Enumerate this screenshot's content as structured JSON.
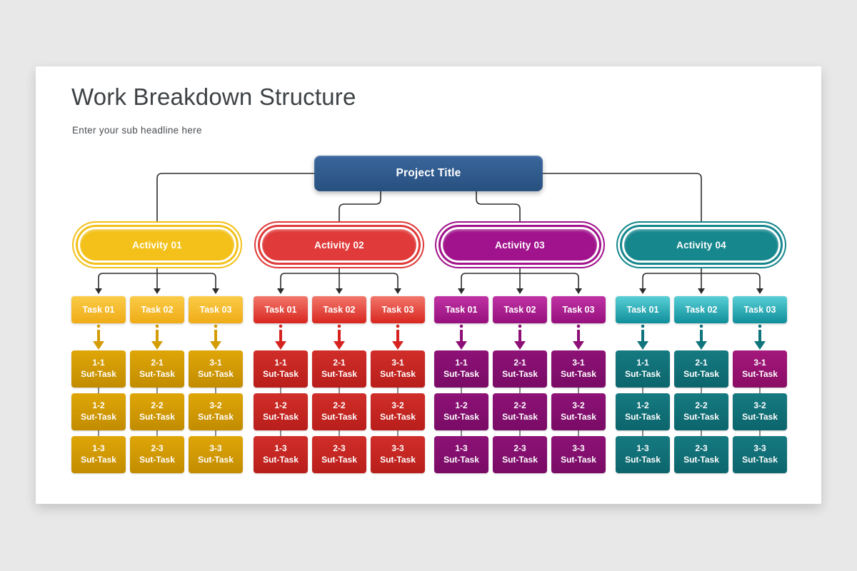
{
  "page": {
    "background": "#E8E8E8",
    "slide_background": "#FFFFFF"
  },
  "header": {
    "title": "Work Breakdown Structure",
    "subtitle": "Enter your sub headline here"
  },
  "root": {
    "label": "Project Title",
    "color_top": "#3A669D",
    "color_bottom": "#27507E"
  },
  "connector_color": "#2D2D2D",
  "subtask_link_color": "#8A8A8A",
  "columns": [
    {
      "activity": "Activity 01",
      "theme": "yellow",
      "colors": {
        "pill": "#F3C119",
        "task_top": "#FACB47",
        "task_bottom": "#EFAC17",
        "subtask_top": "#DFA608",
        "subtask_bottom": "#C28C00",
        "arrow": "#D49C05"
      },
      "tasks": [
        {
          "label": "Task 01",
          "subtasks": [
            {
              "code": "1-1",
              "label": "Sut-Task"
            },
            {
              "code": "1-2",
              "label": "Sut-Task"
            },
            {
              "code": "1-3",
              "label": "Sut-Task"
            }
          ]
        },
        {
          "label": "Task 02",
          "subtasks": [
            {
              "code": "2-1",
              "label": "Sut-Task"
            },
            {
              "code": "2-2",
              "label": "Sut-Task"
            },
            {
              "code": "2-3",
              "label": "Sut-Task"
            }
          ]
        },
        {
          "label": "Task 03",
          "subtasks": [
            {
              "code": "3-1",
              "label": "Sut-Task"
            },
            {
              "code": "3-2",
              "label": "Sut-Task"
            },
            {
              "code": "3-3",
              "label": "Sut-Task"
            }
          ]
        }
      ]
    },
    {
      "activity": "Activity 02",
      "theme": "red",
      "colors": {
        "pill": "#E03A3A",
        "task_top": "#F2766A",
        "task_bottom": "#D8271F",
        "subtask_top": "#D02E29",
        "subtask_bottom": "#B91E1B",
        "arrow": "#D7231F"
      },
      "tasks": [
        {
          "label": "Task 01",
          "subtasks": [
            {
              "code": "1-1",
              "label": "Sut-Task"
            },
            {
              "code": "1-2",
              "label": "Sut-Task"
            },
            {
              "code": "1-3",
              "label": "Sut-Task"
            }
          ]
        },
        {
          "label": "Task 02",
          "subtasks": [
            {
              "code": "2-1",
              "label": "Sut-Task"
            },
            {
              "code": "2-2",
              "label": "Sut-Task"
            },
            {
              "code": "2-3",
              "label": "Sut-Task"
            }
          ]
        },
        {
          "label": "Task 03",
          "subtasks": [
            {
              "code": "3-1",
              "label": "Sut-Task"
            },
            {
              "code": "3-2",
              "label": "Sut-Task"
            },
            {
              "code": "3-3",
              "label": "Sut-Task"
            }
          ]
        }
      ]
    },
    {
      "activity": "Activity 03",
      "theme": "purple",
      "colors": {
        "pill": "#A1138C",
        "task_top": "#C032A4",
        "task_bottom": "#96107D",
        "subtask_top": "#8D1277",
        "subtask_bottom": "#790B65",
        "arrow": "#8E0F76"
      },
      "tasks": [
        {
          "label": "Task 01",
          "subtasks": [
            {
              "code": "1-1",
              "label": "Sut-Task"
            },
            {
              "code": "1-2",
              "label": "Sut-Task"
            },
            {
              "code": "1-3",
              "label": "Sut-Task"
            }
          ]
        },
        {
          "label": "Task 02",
          "subtasks": [
            {
              "code": "2-1",
              "label": "Sut-Task"
            },
            {
              "code": "2-2",
              "label": "Sut-Task"
            },
            {
              "code": "2-3",
              "label": "Sut-Task"
            }
          ]
        },
        {
          "label": "Task 03",
          "subtasks": [
            {
              "code": "3-1",
              "label": "Sut-Task"
            },
            {
              "code": "3-2",
              "label": "Sut-Task"
            },
            {
              "code": "3-3",
              "label": "Sut-Task"
            }
          ]
        }
      ]
    },
    {
      "activity": "Activity 04",
      "theme": "teal",
      "colors": {
        "pill": "#16878D",
        "task_top": "#58CFD6",
        "task_bottom": "#0F8E9A",
        "subtask_top": "#167A81",
        "subtask_bottom": "#0C656C",
        "arrow": "#0F747B"
      },
      "tasks": [
        {
          "label": "Task 01",
          "subtasks": [
            {
              "code": "1-1",
              "label": "Sut-Task"
            },
            {
              "code": "1-2",
              "label": "Sut-Task"
            },
            {
              "code": "1-3",
              "label": "Sut-Task"
            }
          ]
        },
        {
          "label": "Task 02",
          "subtasks": [
            {
              "code": "2-1",
              "label": "Sut-Task"
            },
            {
              "code": "2-2",
              "label": "Sut-Task"
            },
            {
              "code": "2-3",
              "label": "Sut-Task"
            }
          ]
        },
        {
          "label": "Task 03",
          "subtasks": [
            {
              "code": "3-1",
              "label": "Sut-Task",
              "variant": "magenta",
              "variant_top": "#A3187C",
              "variant_bottom": "#8A0D64"
            },
            {
              "code": "3-2",
              "label": "Sut-Task"
            },
            {
              "code": "3-3",
              "label": "Sut-Task"
            }
          ]
        }
      ]
    }
  ]
}
